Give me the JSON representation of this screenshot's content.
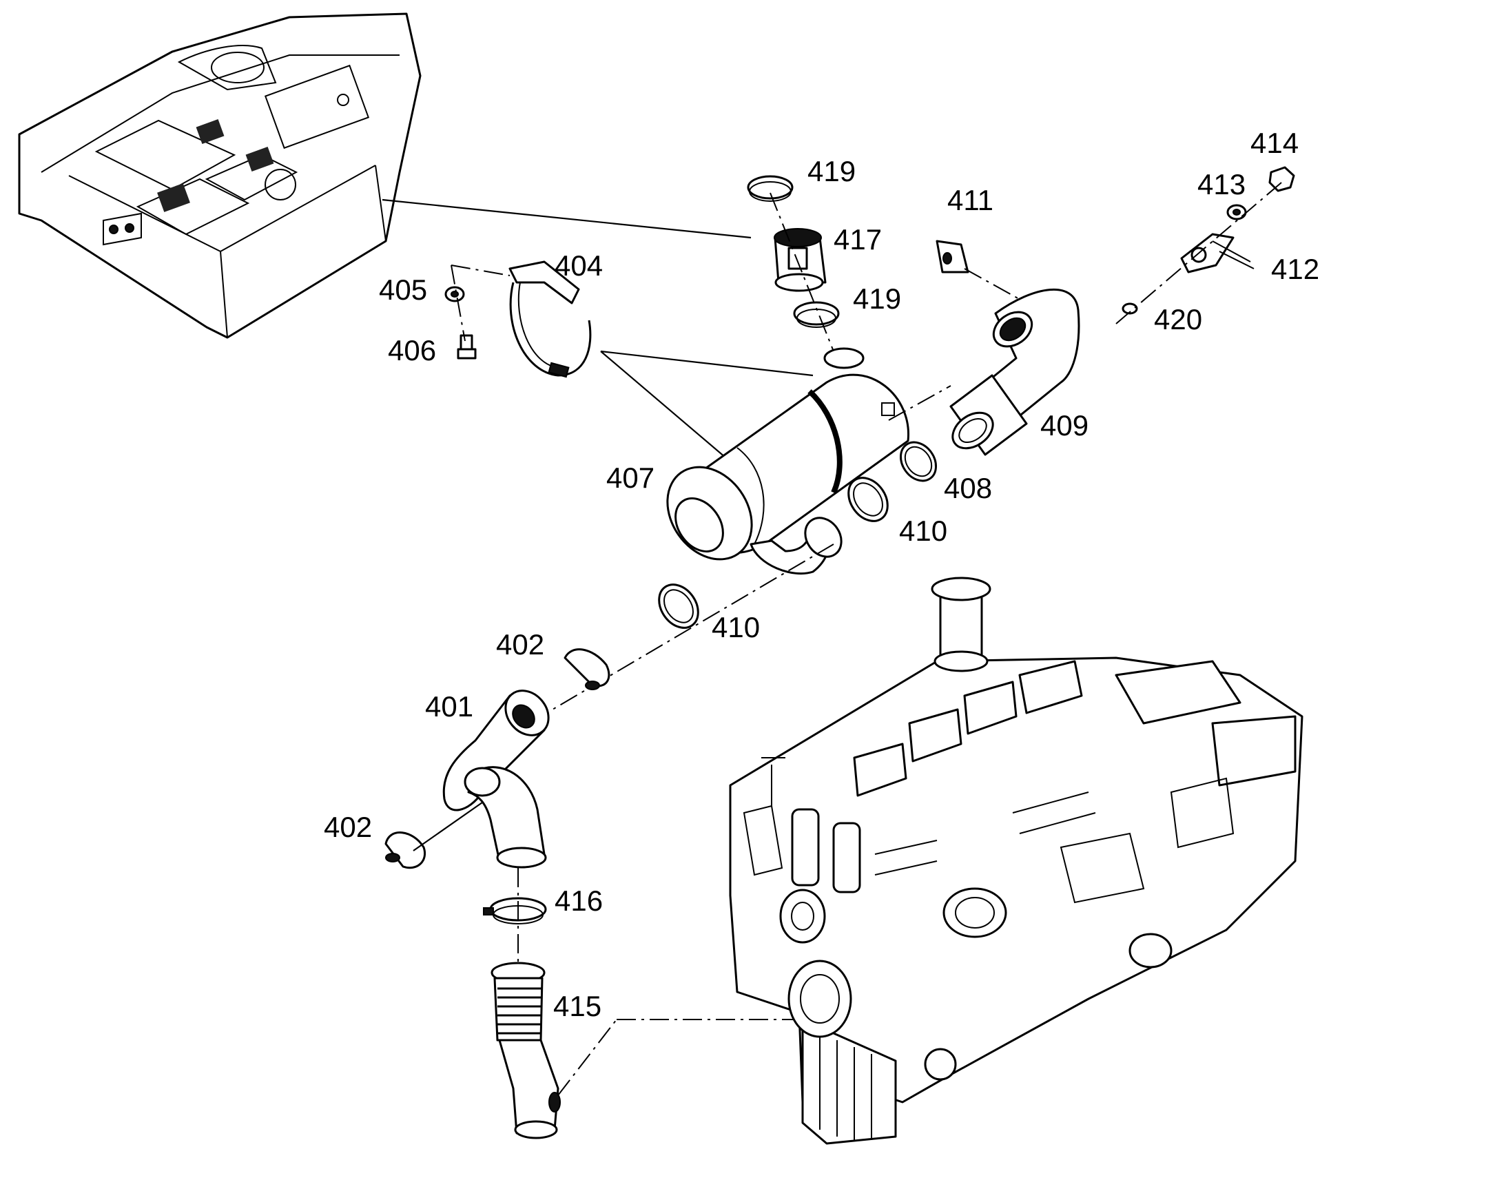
{
  "diagram": {
    "callouts": {
      "c401": "401",
      "c402a": "402",
      "c402b": "402",
      "c404": "404",
      "c405": "405",
      "c406": "406",
      "c407": "407",
      "c408": "408",
      "c409": "409",
      "c410a": "410",
      "c410b": "410",
      "c411": "411",
      "c412": "412",
      "c413": "413",
      "c414": "414",
      "c415": "415",
      "c416": "416",
      "c417": "417",
      "c419a": "419",
      "c419b": "419",
      "c420": "420"
    },
    "parts": [
      "hood-assembly",
      "exhaust-elbow-upper",
      "clamp",
      "strap-bracket",
      "washer",
      "bolt",
      "muffler",
      "gasket-ring",
      "exhaust-elbow-tailpipe",
      "band-clamp",
      "cap-fitting",
      "sensor-bracket",
      "washer-small",
      "nut",
      "flex-pipe",
      "clamp-large",
      "rain-cap-adapter",
      "clamp-v",
      "plug",
      "engine-assembly"
    ]
  }
}
